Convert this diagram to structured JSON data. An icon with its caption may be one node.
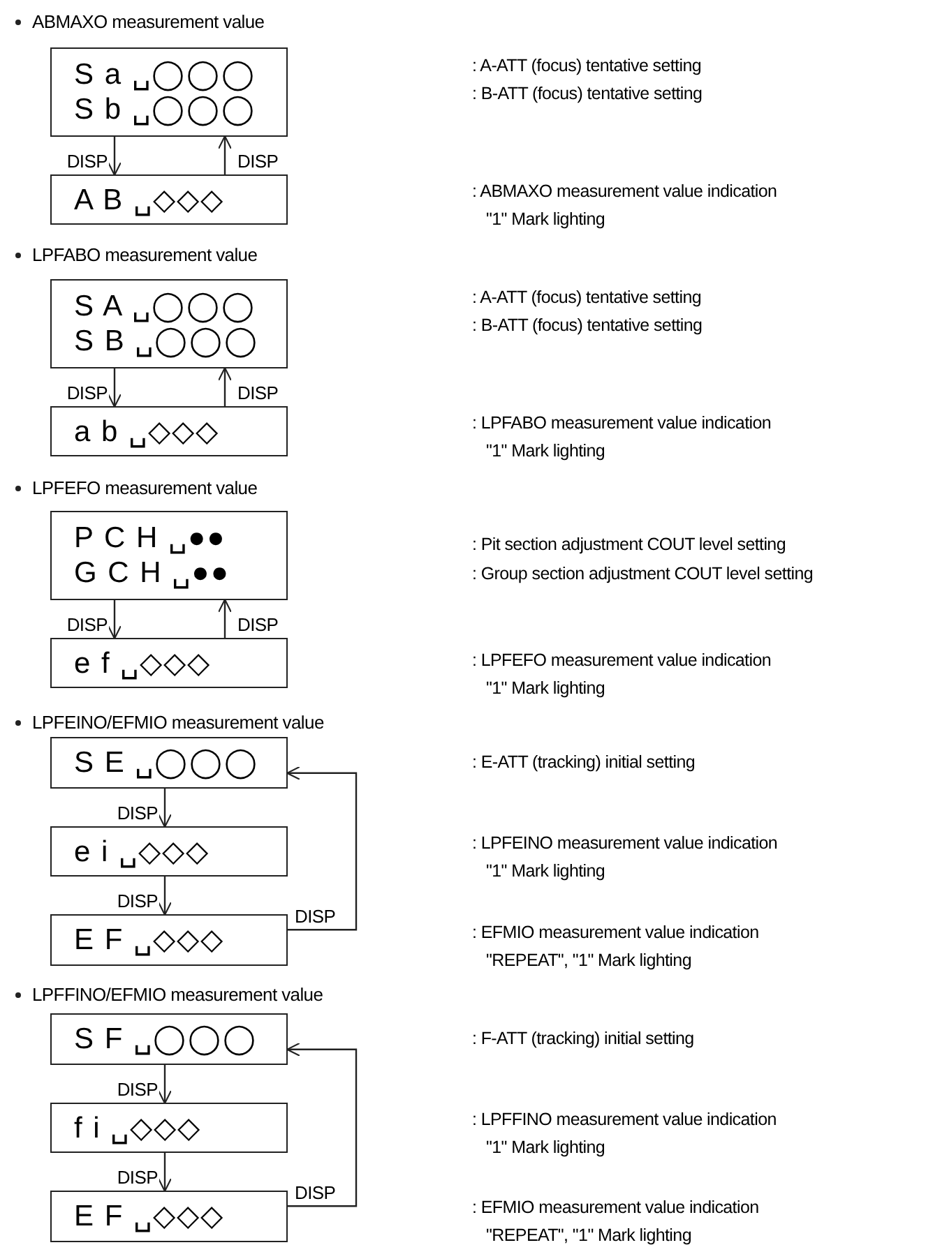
{
  "diagram": {
    "nodes": [
      {
        "text": [
          "S a ␣◯◯◯",
          "S b ␣◯◯◯"
        ],
        "beside": [
          ": A-ATT (focus) tentative setting",
          ": B-ATT (focus) tentative setting"
        ]
      },
      {
        "text": [
          "A B ␣◇◇◇"
        ],
        "beside": [
          ": ABMAXO measurement value indication",
          "\"1\" Mark lighting"
        ]
      },
      {
        "text": [
          "S A ␣◯◯◯",
          "S B ␣◯◯◯"
        ],
        "beside": [
          ": A-ATT (focus) tentative setting",
          ": B-ATT (focus) tentative setting"
        ]
      },
      {
        "text": [
          "a b ␣◇◇◇"
        ],
        "beside": [
          ": LPFABO measurement value indication",
          "\"1\" Mark lighting"
        ]
      },
      {
        "text": [
          "P C H ␣●●",
          "G C H ␣●●"
        ],
        "beside": [
          ": Pit section adjustment COUT level setting",
          ": Group section adjustment COUT level setting"
        ]
      },
      {
        "text": [
          "e f ␣◇◇◇"
        ],
        "beside": [
          ": LPFEFO measurement value indication",
          "\"1\" Mark lighting"
        ]
      },
      {
        "text": [
          "S E ␣◯◯◯"
        ]
      },
      {
        "text": [
          "e i ␣◇◇◇"
        ],
        "beside": [
          ": LPFEINO measurement value indication",
          "\"1\" Mark lighting"
        ]
      },
      {
        "text": [
          "E F ␣◇◇◇"
        ],
        "beside": [
          ": EFMIO measurement value indication",
          "\"REPEAT\", \"1\" Mark lighting"
        ]
      },
      {
        "text": [
          "S F ␣◯◯◯"
        ]
      },
      {
        "text": [
          "f i ␣◇◇◇"
        ],
        "beside": [
          ": LPFFINO measurement value indication",
          "\"1\" Mark lighting"
        ]
      },
      {
        "text": [
          "E F ␣◇◇◇"
        ],
        "beside": [
          ": EFMIO measurement value indication",
          "\"REPEAT\", \"1\" Mark lighting"
        ]
      }
    ],
    "edges": [
      {
        "from": 0,
        "to": 1,
        "arrow": "to",
        "label": "DISP"
      },
      {
        "from": 1,
        "to": 0,
        "arrow": "to",
        "label": "DISP"
      },
      {
        "from": 2,
        "to": 3,
        "arrow": "to",
        "label": "DISP"
      },
      {
        "from": 3,
        "to": 2,
        "arrow": "to",
        "label": "DISP"
      },
      {
        "from": 4,
        "to": 5,
        "arrow": "to",
        "label": "DISP"
      },
      {
        "from": 5,
        "to": 4,
        "arrow": "to",
        "label": "DISP"
      },
      {
        "from": 6,
        "to": 7,
        "arrow": "to",
        "label": "DISP"
      },
      {
        "from": 7,
        "to": 8,
        "arrow": "to",
        "label": "DISP"
      },
      {
        "from": 8,
        "to": 6,
        "arrow": "to",
        "label": "DISP"
      },
      {
        "from": 9,
        "to": 10,
        "arrow": "to",
        "label": "DISP"
      },
      {
        "from": 10,
        "to": 11,
        "arrow": "to",
        "label": "DISP"
      },
      {
        "from": 11,
        "to": 9,
        "arrow": "to",
        "label": "DISP"
      }
    ],
    "labels": [
      "ABMAXO measurement value",
      "LPFABO measurement value",
      "LPFEFO measurement value",
      "LPFEINO/EFMIO measurement value",
      ": E-ATT (tracking)  initial setting",
      "LPFFINO/EFMIO measurement value",
      ": F-ATT (tracking)  initial setting"
    ]
  }
}
